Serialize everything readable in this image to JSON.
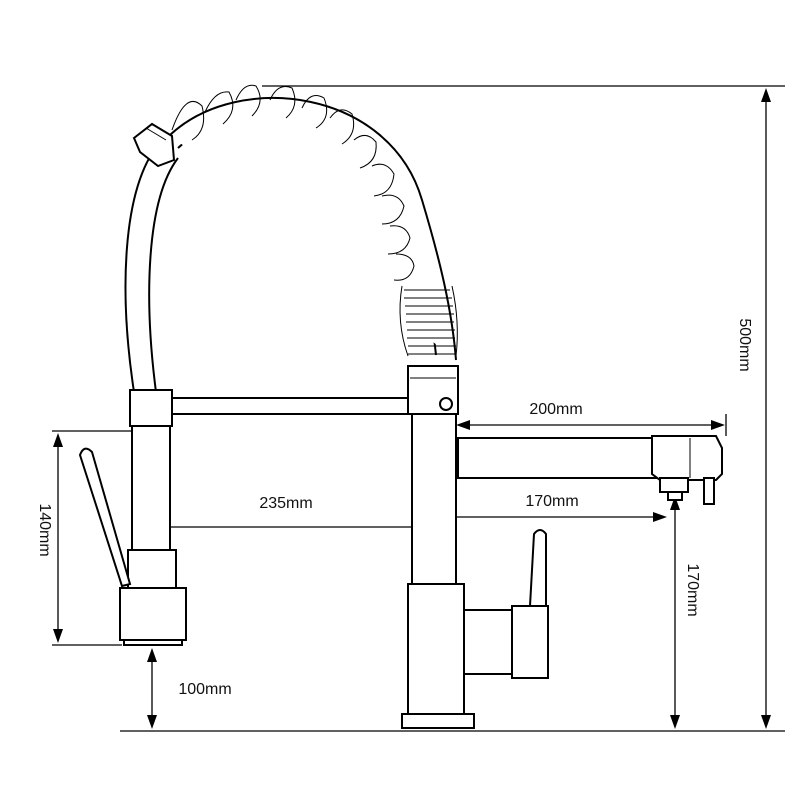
{
  "dimensions": {
    "total_height": "500mm",
    "spout_reach": "200mm",
    "spray_to_body": "235mm",
    "body_to_outlet": "170mm",
    "outlet_height": "170mm",
    "handle_height": "140mm",
    "base_height": "100mm"
  }
}
